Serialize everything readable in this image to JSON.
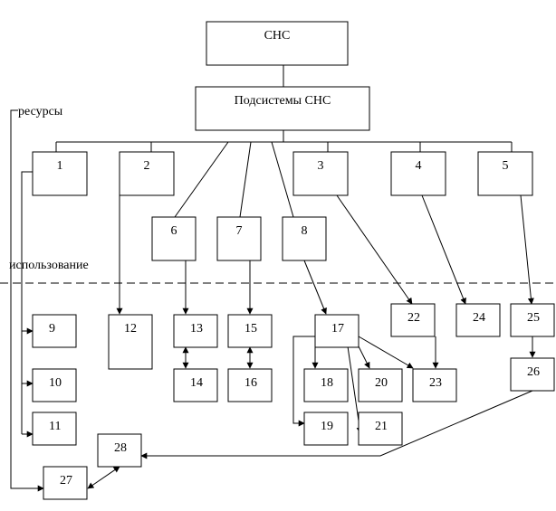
{
  "diagram": {
    "nodes": [
      {
        "id": "root",
        "label": "СНС"
      },
      {
        "id": "subsystems",
        "label": "Подсистемы СНС"
      },
      {
        "id": "n1",
        "label": "1"
      },
      {
        "id": "n2",
        "label": "2"
      },
      {
        "id": "n3",
        "label": "3"
      },
      {
        "id": "n4",
        "label": "4"
      },
      {
        "id": "n5",
        "label": "5"
      },
      {
        "id": "n6",
        "label": "6"
      },
      {
        "id": "n7",
        "label": "7"
      },
      {
        "id": "n8",
        "label": "8"
      },
      {
        "id": "n9",
        "label": "9"
      },
      {
        "id": "n10",
        "label": "10"
      },
      {
        "id": "n11",
        "label": "11"
      },
      {
        "id": "n12",
        "label": "12"
      },
      {
        "id": "n13",
        "label": "13"
      },
      {
        "id": "n14",
        "label": "14"
      },
      {
        "id": "n15",
        "label": "15"
      },
      {
        "id": "n16",
        "label": "16"
      },
      {
        "id": "n17",
        "label": "17"
      },
      {
        "id": "n18",
        "label": "18"
      },
      {
        "id": "n19",
        "label": "19"
      },
      {
        "id": "n20",
        "label": "20"
      },
      {
        "id": "n21",
        "label": "21"
      },
      {
        "id": "n22",
        "label": "22"
      },
      {
        "id": "n23",
        "label": "23"
      },
      {
        "id": "n24",
        "label": "24"
      },
      {
        "id": "n25",
        "label": "25"
      },
      {
        "id": "n26",
        "label": "26"
      },
      {
        "id": "n27",
        "label": "27"
      },
      {
        "id": "n28",
        "label": "28"
      }
    ],
    "edges": [
      {
        "from": "root",
        "to": "subsystems",
        "type": "line"
      },
      {
        "from": "subsystems",
        "to": "n1",
        "type": "line"
      },
      {
        "from": "subsystems",
        "to": "n2",
        "type": "line"
      },
      {
        "from": "subsystems",
        "to": "n3",
        "type": "line"
      },
      {
        "from": "subsystems",
        "to": "n4",
        "type": "line"
      },
      {
        "from": "subsystems",
        "to": "n5",
        "type": "line"
      },
      {
        "from": "subsystems",
        "to": "n6",
        "type": "line"
      },
      {
        "from": "subsystems",
        "to": "n7",
        "type": "line"
      },
      {
        "from": "subsystems",
        "to": "n8",
        "type": "line"
      },
      {
        "from": "n1",
        "to": "n9",
        "type": "arrow"
      },
      {
        "from": "n1",
        "to": "n10",
        "type": "arrow"
      },
      {
        "from": "n1",
        "to": "n11",
        "type": "arrow"
      },
      {
        "from": "n2",
        "to": "n12",
        "type": "arrow"
      },
      {
        "from": "n6",
        "to": "n13",
        "type": "arrow"
      },
      {
        "from": "n13",
        "to": "n14",
        "type": "double-arrow"
      },
      {
        "from": "n7",
        "to": "n15",
        "type": "arrow"
      },
      {
        "from": "n15",
        "to": "n16",
        "type": "double-arrow"
      },
      {
        "from": "n8",
        "to": "n17",
        "type": "arrow"
      },
      {
        "from": "n17",
        "to": "n18",
        "type": "arrow"
      },
      {
        "from": "n17",
        "to": "n19",
        "type": "arrow"
      },
      {
        "from": "n17",
        "to": "n20",
        "type": "arrow"
      },
      {
        "from": "n17",
        "to": "n21",
        "type": "arrow"
      },
      {
        "from": "n17",
        "to": "n23",
        "type": "arrow"
      },
      {
        "from": "n3",
        "to": "n22",
        "type": "arrow"
      },
      {
        "from": "n22",
        "to": "n23",
        "type": "arrow"
      },
      {
        "from": "n4",
        "to": "n24",
        "type": "arrow"
      },
      {
        "from": "n5",
        "to": "n25",
        "type": "arrow"
      },
      {
        "from": "n25",
        "to": "n26",
        "type": "arrow"
      },
      {
        "from": "n26",
        "to": "n28",
        "type": "arrow"
      },
      {
        "from": "n28",
        "to": "n27",
        "type": "double-arrow"
      },
      {
        "from": "resources",
        "to": "n27",
        "type": "arrow"
      }
    ],
    "captions": {
      "resources": "ресурсы",
      "usage": "использование"
    }
  }
}
